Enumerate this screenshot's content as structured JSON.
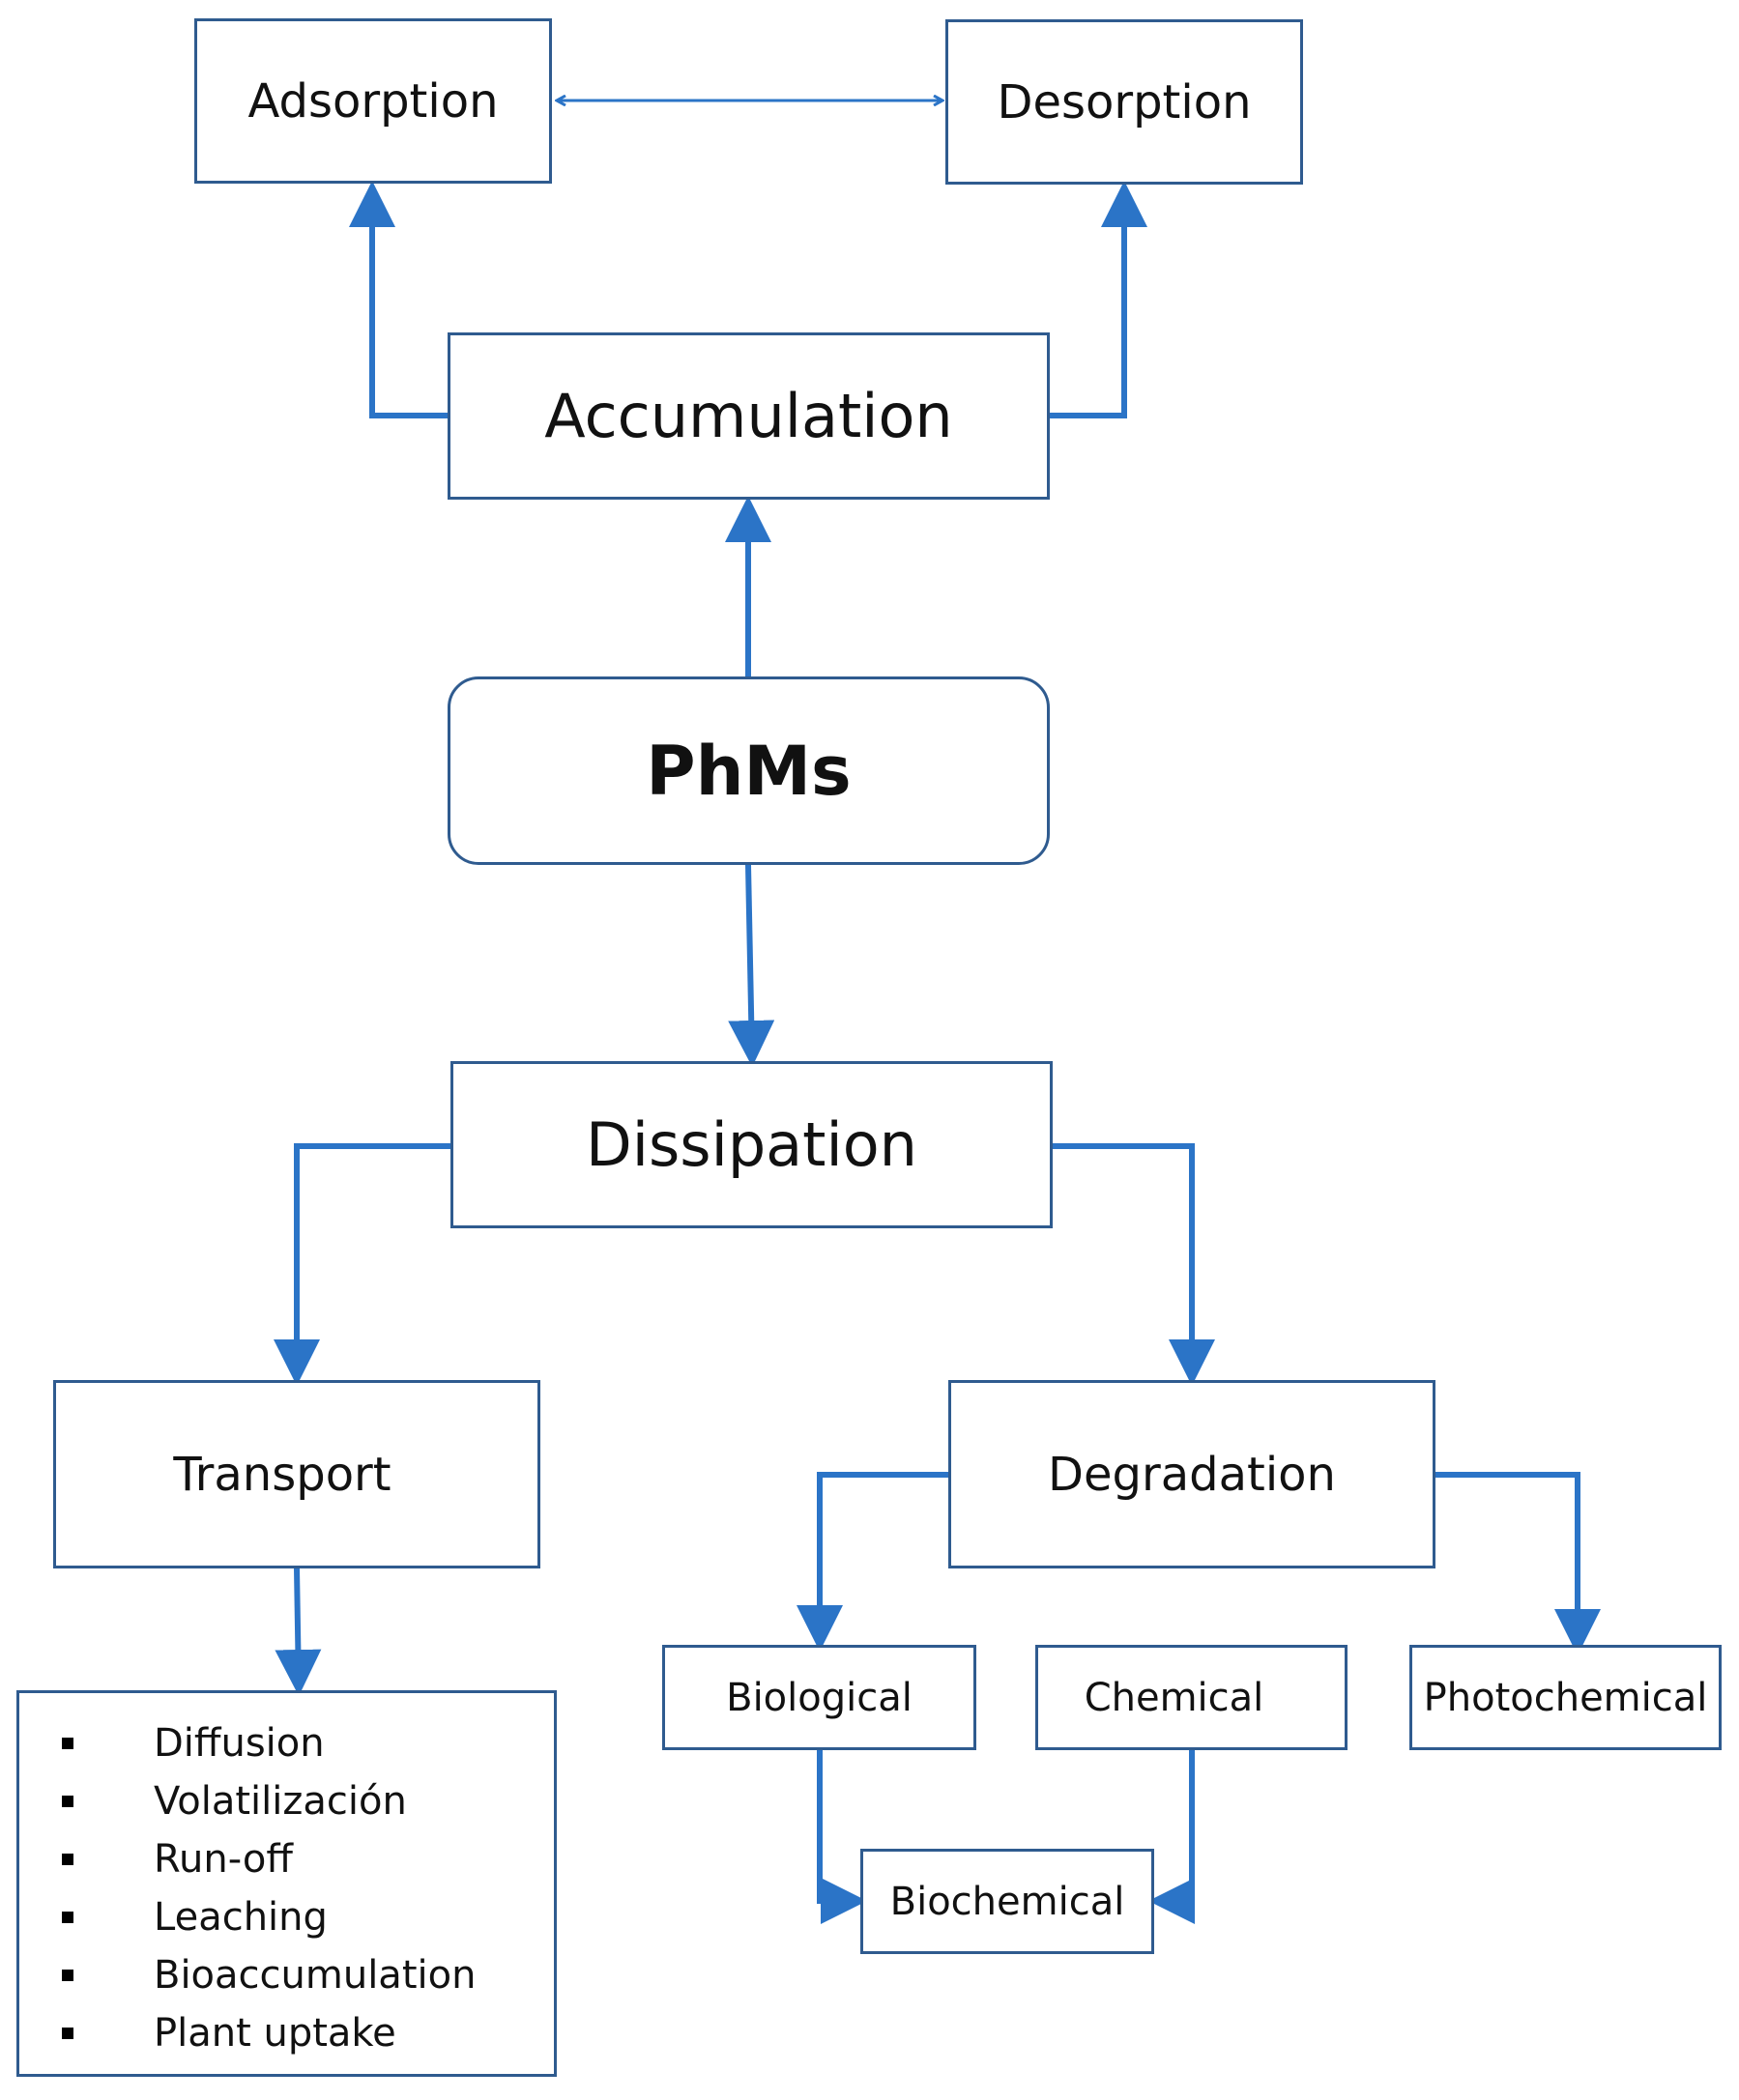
{
  "colors": {
    "arrow": "#2b74c7",
    "border": "#2f5b8f",
    "text": "#111111"
  },
  "nodes": {
    "adsorption": "Adsorption",
    "desorption": "Desorption",
    "accumulation": "Accumulation",
    "phms": "PhMs",
    "dissipation": "Dissipation",
    "transport": "Transport",
    "degradation": "Degradation",
    "biological": "Biological",
    "chemical": "Chemical",
    "photochemical": "Photochemical",
    "biochemical": "Biochemical"
  },
  "transport_processes": [
    "Diffusion",
    "Volatilización",
    "Run-off",
    "Leaching",
    "Bioaccumulation",
    "Plant uptake"
  ]
}
